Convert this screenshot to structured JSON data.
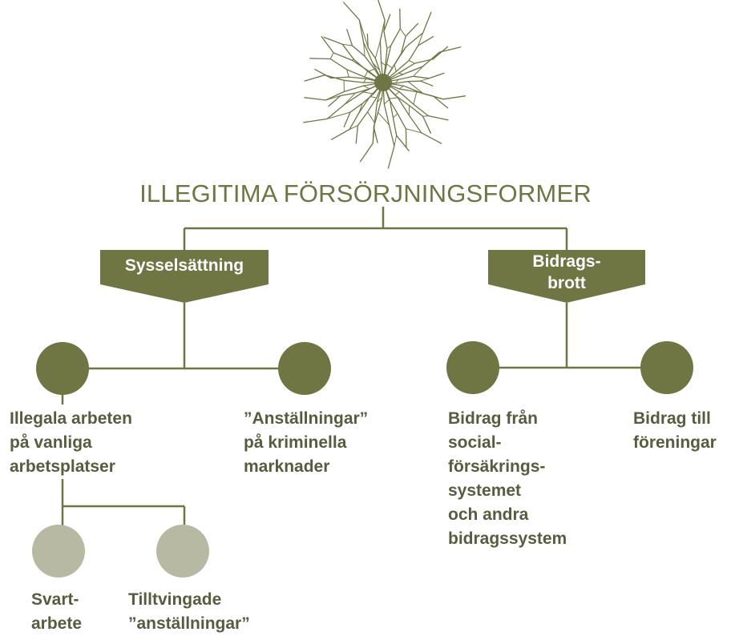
{
  "title": "ILLEGITIMA FÖRSÖRJNINGSFORMER",
  "branches": {
    "left": {
      "label": "Sysselsättning"
    },
    "right": {
      "label": "Bidrags-\nbrott"
    }
  },
  "nodes": {
    "illegal_work": "Illegala arbeten\npå vanliga\narbetsplatser",
    "criminal_markets": "”Anställningar”\npå kriminella\nmarknader",
    "social_insurance": "Bidrag från\nsocial-\nförsäkrings-\nsystemet\noch andra\nbidragssystem",
    "associations": "Bidrag till\nföreningar",
    "black_work": "Svart-\narbete",
    "forced_employment": "Tilltvingade\n”anställningar”"
  },
  "colors": {
    "primary": "#6f7543",
    "secondary": "#b7b9a3",
    "text": "#595b3f"
  },
  "icons": {
    "top": "shattered-glass-icon"
  }
}
